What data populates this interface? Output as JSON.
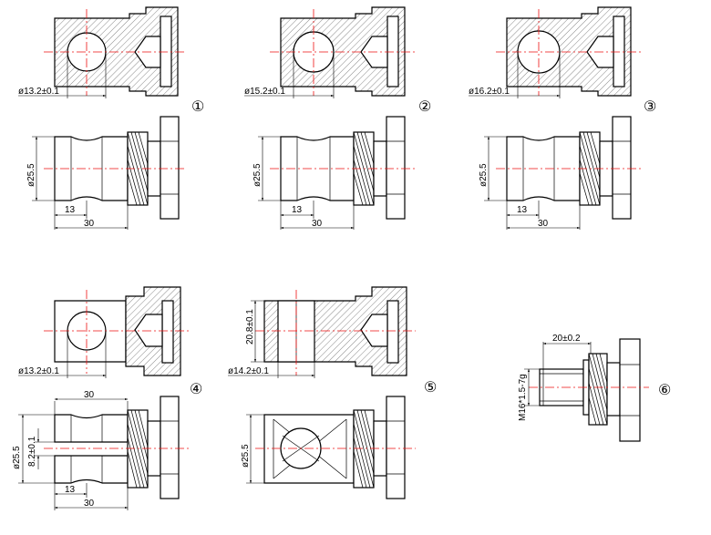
{
  "diagram": {
    "parts": [
      {
        "id": "1",
        "number_label": "①",
        "bore_dim": "ø13.2±0.1",
        "diameter_dim": "ø25.5",
        "short_dim": "13",
        "length_dim": "30"
      },
      {
        "id": "2",
        "number_label": "②",
        "bore_dim": "ø15.2±0.1",
        "diameter_dim": "ø25.5",
        "short_dim": "13",
        "length_dim": "30"
      },
      {
        "id": "3",
        "number_label": "③",
        "bore_dim": "ø16.2±0.1",
        "diameter_dim": "ø25.5",
        "short_dim": "13",
        "length_dim": "30"
      },
      {
        "id": "4",
        "number_label": "④",
        "bore_dim": "ø13.2±0.1",
        "top_length_dim": "30",
        "diameter_dim": "ø25.5",
        "slot_dim": "8.2±0.1",
        "short_dim": "13",
        "length_dim": "30"
      },
      {
        "id": "5",
        "number_label": "⑤",
        "bore_dim": "ø14.2±0.1",
        "width_dim": "20.8±0.1",
        "diameter_dim": "ø25.5"
      },
      {
        "id": "6",
        "number_label": "⑥",
        "length_dim": "20±0.2",
        "thread_dim": "M16*1.5-7g"
      }
    ]
  }
}
